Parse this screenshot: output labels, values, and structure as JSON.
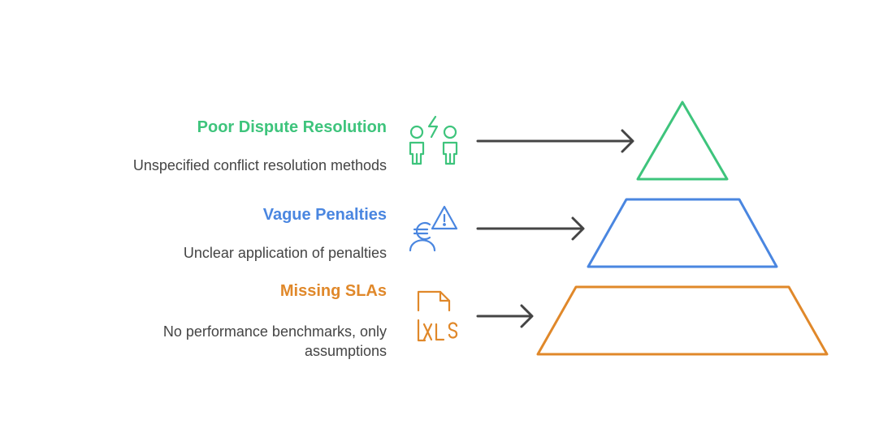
{
  "levels": [
    {
      "title": "Poor Dispute Resolution",
      "description": "Unspecified conflict resolution methods",
      "color": "#3ec47c",
      "icon": "people-conflict-icon"
    },
    {
      "title": "Vague Penalties",
      "description": "Unclear application of penalties",
      "color": "#4a86e0",
      "icon": "euro-person-warning-icon"
    },
    {
      "title": "Missing SLAs",
      "description": "No performance benchmarks, only assumptions",
      "color": "#e0882a",
      "icon": "xls-file-icon"
    }
  ],
  "arrow_color": "#444444"
}
